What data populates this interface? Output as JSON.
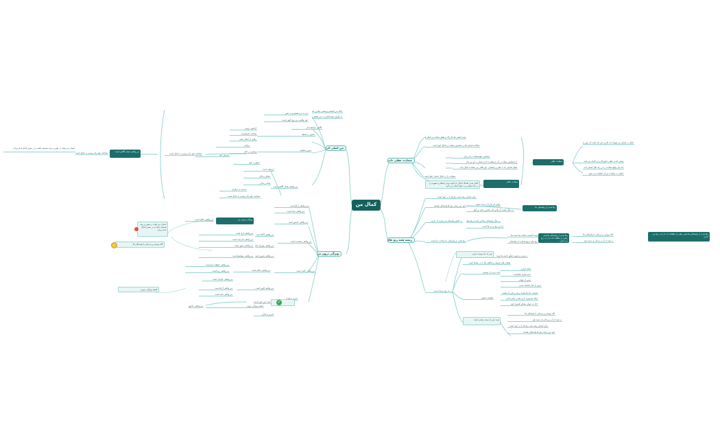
{
  "root": {
    "label": "کمال من"
  },
  "colors": {
    "line": "#8fd2cf",
    "dark": "#1d6e6a",
    "accent": "#5fbcb6"
  },
  "branch1": {
    "title": "سعادت عقلی ذاتی انسان",
    "highlight": "سعادت عقلی",
    "leaves": [
      "همه انسان ها با ادراک و تعقل سعادت و کمال هستند",
      "کمالات انسان ها در تشخیص سعادت و کمال خود است",
      "تشخیص نفع سعادت را از زیان",
      "از تشخیص سعادت را از ارتباطه با خدا و ایمان به او می داند",
      "تعقل فاصلی که با عقل و راهنمایی حق تعالی نیز سعادت کمال یابند",
      "سعادت را در کمال انسان عقل است",
      "کامل شدن اهداف کمال با خداوند وحی اسلام و معنویت را به خدا انسان و به عقل کمال می دانید"
    ],
    "side": [
      "کمال به انسان می فهماند که کاری نمی کند مانند که بدون یا به سوی آن بگوید بر سر این زندگی بهره می برد",
      "وقتی عادت عقلی جامع کار و در گمان می کنند",
      "اما بیان واقع سعادت را در راه عقل انسان داند",
      "انسان به سعادت نیز آن کمالیت می شود"
    ]
  },
  "branch2": {
    "title": "ریشه همه رنج های انسان",
    "leaves": [
      "برای انسان ریشه همه رنج ها را در خود است",
      "خود بین ریشه رنج ها وابستگی هستند",
      "وقتی آن ها را از دست دهیم",
      "به دنبال کسب آن ها و نگه داشتن و تکیه بر آنها",
      "به خاطر وابستگی هر چیزی که داریم",
      "و دنبال وابستگی ساختن است و هم فیلم ها",
      "از این رنج و درد ها است",
      "رنج هایی از وابستگی ما ساخت دنیا است",
      "وقت گذشت ساخته ها دست ها",
      "رنج های دروغ شماره از وابستگی",
      "چیز که ما دوست داریم",
      "به ما رنج نزدیک است",
      "به بودن و نابودن تعلق داشته ها بوده",
      "هیجان های تعریف و شگفتی ها را در بساط است",
      "لذت بردن از دوستی",
      "کمال گرایی",
      "عدم تحمل ناملایمات",
      "ترس از تنهایی",
      "ترس از کنار گذاشته شدن",
      "طبیعت عشق",
      "همیشه ماه ها هست و هر زمانی که هست",
      "اینکه تو چیزی داری یعنی درگیر ماندن",
      "خدا به عنوان معنای گستره خود",
      "همه چیز از دست رفتنی است"
    ],
    "highlight": "رها شدن از وابستگی ها",
    "side": [
      "گاه دوستی و نزدیکی با وابستگی ها",
      "به همه از آن و زندگی از دست هم",
      "رها شدن از وابستگی ها یعنی رهایی از تعلقات که ما را به رنج می اندازد"
    ]
  },
  "branch3": {
    "title": "من اصلی کی",
    "leaves": [
      "اینکه من کیستم پرسشی بنیادین است",
      "از طریق خودشناسی به من واقعی میرسیم",
      "من نه بدن هستم و نه ذهن",
      "خود واقعی من روح الهی است",
      "آگاهی مشاهده گر",
      "حضور در لحظه",
      "آرامش درونی",
      "شناخت احساسات",
      "رهایی از افکار منفی",
      "تمرین سکوت",
      "مراقبه",
      "زیستن در حال",
      "پذیرش خود",
      "عشق به خود",
      "ارتباط با خدا",
      "معنای زندگی",
      "هدف زندگی",
      "خدمت به دیگران"
    ],
    "highlight": "من واقعی همان آگاهی است",
    "side": [
      "انسان می تواند در تغییر و رشد همیشه باشد و در مسیر کمال قدم بردارد",
      "شناخت خود راه رسیدن به کمال است"
    ]
  },
  "branch4": {
    "title": "ویژگی درون من",
    "leaves": [
      "من واقعی آرام است",
      "من واقعی شاد است",
      "من واقعی عاشق است",
      "من واقعی خلاق است",
      "من واقعی آگاه است",
      "من واقعی آزاد است",
      "من واقعی قدرتمند است",
      "من واقعی مهربان است",
      "من واقعی صبور است",
      "من واقعی بخشنده است",
      "من واقعی فروتن است",
      "من واقعی متواضع است",
      "من واقعی حقیقت جو است",
      "من واقعی زیبا است",
      "من واقعی سالم است",
      "من واقعی کامل است",
      "من واقعی جاودان است",
      "من واقعی الهی است"
    ],
    "highlight": "ویژگی درونی من",
    "notes": [
      "کشف ویژگی درونی",
      "تمرین و تکرار"
    ],
    "check": "همه چیز خوب است"
  }
}
